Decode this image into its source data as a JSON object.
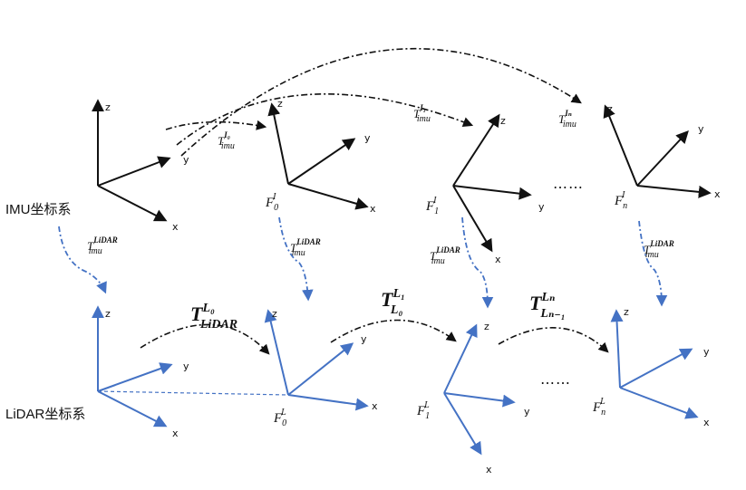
{
  "axis_labels": {
    "x": "x",
    "y": "y",
    "z": "z"
  },
  "systems": {
    "imu": "IMU坐标系",
    "lidar": "LiDAR坐标系"
  },
  "imu_frames": [
    {
      "base": "F",
      "sub": "0",
      "sup": "I"
    },
    {
      "base": "F",
      "sub": "1",
      "sup": "I"
    },
    {
      "base": "F",
      "sub": "n",
      "sup": "I"
    }
  ],
  "lidar_frames": [
    {
      "base": "F",
      "sub": "0",
      "sup": "L"
    },
    {
      "base": "F",
      "sub": "1",
      "sup": "L"
    },
    {
      "base": "F",
      "sub": "n",
      "sup": "L"
    }
  ],
  "imu_transforms": [
    {
      "base": "T",
      "sub": "imu",
      "sup": "I₀"
    },
    {
      "base": "T",
      "sub": "imu",
      "sup": "I₁"
    },
    {
      "base": "T",
      "sub": "imu",
      "sup": "Iₙ"
    }
  ],
  "extrinsic_transforms": [
    {
      "base": "T",
      "sub": "imu",
      "sup": "LiDAR"
    },
    {
      "base": "T",
      "sub": "imu",
      "sup": "LiDAR"
    },
    {
      "base": "T",
      "sub": "imu",
      "sup": "LiDAR"
    },
    {
      "base": "T",
      "sub": "imu",
      "sup": "LiDAR"
    }
  ],
  "lidar_transforms": [
    {
      "base": "T",
      "sub": "LiDAR",
      "sup": "L₀"
    },
    {
      "base": "T",
      "sub": "L₀",
      "sup": "L₁"
    },
    {
      "base": "T",
      "sub": "Lₙ₋₁",
      "sup": "Lₙ"
    }
  ],
  "ellipsis": "……",
  "colors": {
    "imu_axes": "#111111",
    "lidar_axes": "#4472C4",
    "dashed": "#4472C4"
  }
}
